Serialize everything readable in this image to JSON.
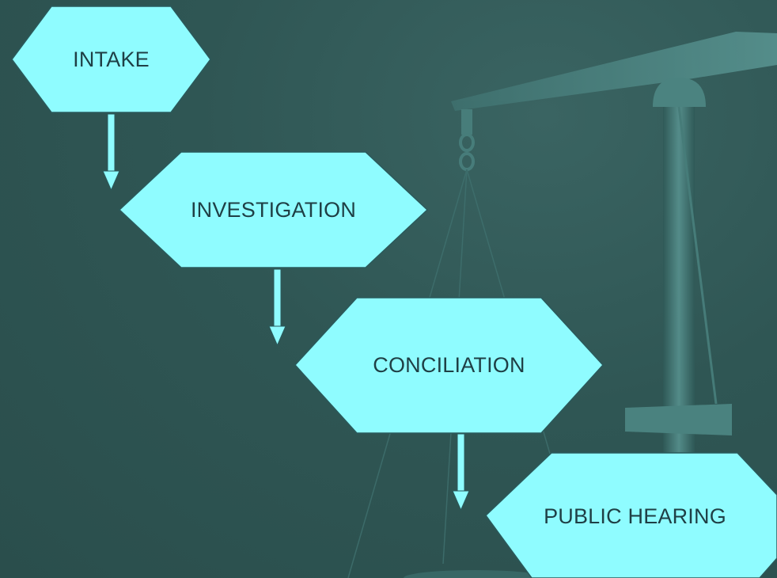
{
  "diagram": {
    "steps": [
      {
        "id": "intake",
        "label": "INTAKE"
      },
      {
        "id": "investigation",
        "label": "INVESTIGATION"
      },
      {
        "id": "conciliation",
        "label": "CONCILIATION"
      },
      {
        "id": "public-hearing",
        "label": "PUBLIC HEARING"
      }
    ],
    "colors": {
      "background": "#2e5553",
      "shape_fill": "#8ffcff",
      "text": "#1f3f45",
      "scale_art": "#4f8a87"
    },
    "background_art": "scale-of-justice"
  }
}
